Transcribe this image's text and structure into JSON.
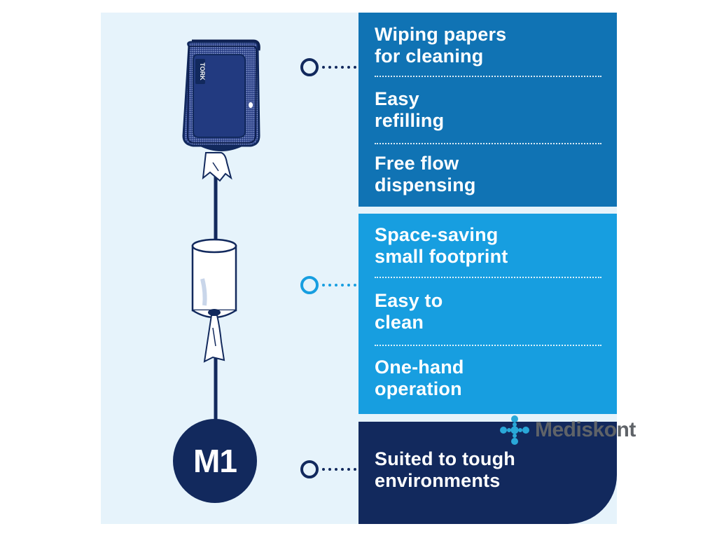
{
  "panels": [
    {
      "features": [
        {
          "line1": "Wiping papers",
          "line2": "for cleaning"
        },
        {
          "line1": "Easy",
          "line2": "refilling"
        },
        {
          "line1": "Free flow",
          "line2": "dispensing"
        }
      ]
    },
    {
      "features": [
        {
          "line1": "Space-saving",
          "line2": "small footprint"
        },
        {
          "line1": "Easy to",
          "line2": "clean"
        },
        {
          "line1": "One-hand",
          "line2": "operation"
        }
      ]
    },
    {
      "features": [
        {
          "line1": "Suited to tough",
          "line2": "environments"
        }
      ]
    }
  ],
  "badge": {
    "label": "M1"
  },
  "dispenser": {
    "brand_label": "TORK"
  },
  "watermark": {
    "text": "Mediskont"
  },
  "colors": {
    "panel_top": "#1073b4",
    "panel_middle": "#179ee0",
    "panel_bottom": "#12295d",
    "background": "#e6f3fb",
    "line": "#12295d"
  }
}
